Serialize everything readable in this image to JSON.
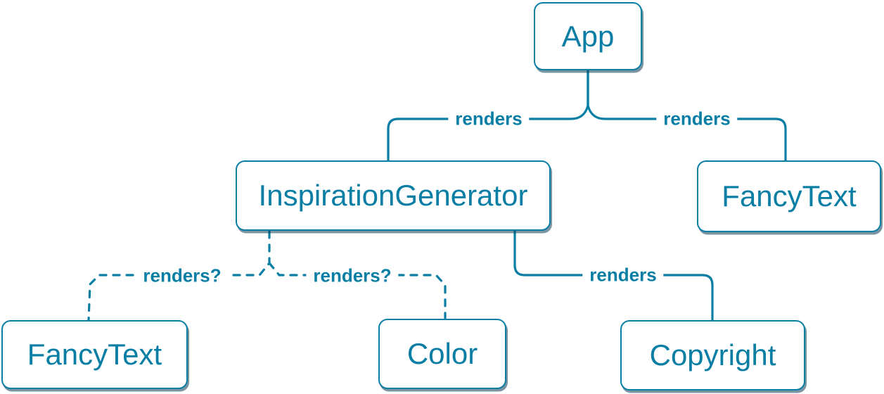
{
  "diagram": {
    "description": "React render tree diagram",
    "colors": {
      "accent": "#087ea4",
      "node_fill": "#ffffff",
      "node_shadow": "#0c3c55",
      "background": "#ffffff"
    },
    "nodes": [
      {
        "id": "app",
        "label": "App"
      },
      {
        "id": "inspiration-generator",
        "label": "InspirationGenerator"
      },
      {
        "id": "fancy-text-top",
        "label": "FancyText"
      },
      {
        "id": "fancy-text-bottom",
        "label": "FancyText"
      },
      {
        "id": "color",
        "label": "Color"
      },
      {
        "id": "copyright",
        "label": "Copyright"
      }
    ],
    "edges": [
      {
        "from": "App",
        "to": "InspirationGenerator",
        "label": "renders",
        "style": "solid"
      },
      {
        "from": "App",
        "to": "FancyText",
        "label": "renders",
        "style": "solid"
      },
      {
        "from": "InspirationGenerator",
        "to": "FancyText",
        "label": "renders?",
        "style": "dashed"
      },
      {
        "from": "InspirationGenerator",
        "to": "Color",
        "label": "renders?",
        "style": "dashed"
      },
      {
        "from": "InspirationGenerator",
        "to": "Copyright",
        "label": "renders",
        "style": "solid"
      }
    ]
  }
}
